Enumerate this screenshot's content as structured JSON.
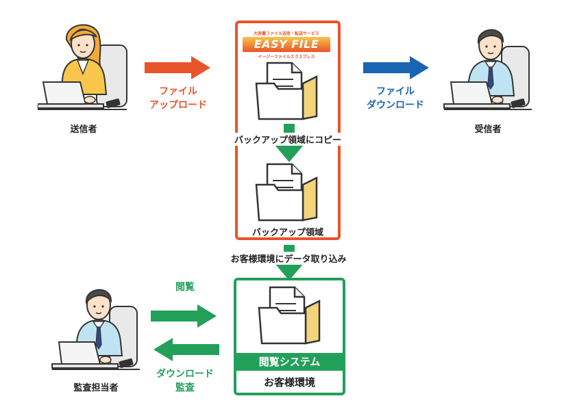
{
  "logo": {
    "tagline": "大容量ファイル送信・転送サービス",
    "name": "EASY FILE EXPRESS",
    "reading": "イージーファイルエクスプレス"
  },
  "actors": {
    "sender": "送信者",
    "receiver": "受信者",
    "auditor": "監査担当者"
  },
  "flows": {
    "upload_line1": "ファイル",
    "upload_line2": "アップロード",
    "download_line1": "ファイル",
    "download_line2": "ダウンロード",
    "copy_to_backup": "バックアップ領域にコピー",
    "backup_area": "バックアップ領域",
    "import_to_customer": "お客様環境にデータ取り込み",
    "browse": "閲覧",
    "audit_line1": "ダウンロード",
    "audit_line2": "監査"
  },
  "system": {
    "view_system": "閲覧システム",
    "customer_env": "お客様環境"
  },
  "colors": {
    "orange": "#e8542a",
    "blue": "#1a64b4",
    "green": "#22a05a"
  }
}
